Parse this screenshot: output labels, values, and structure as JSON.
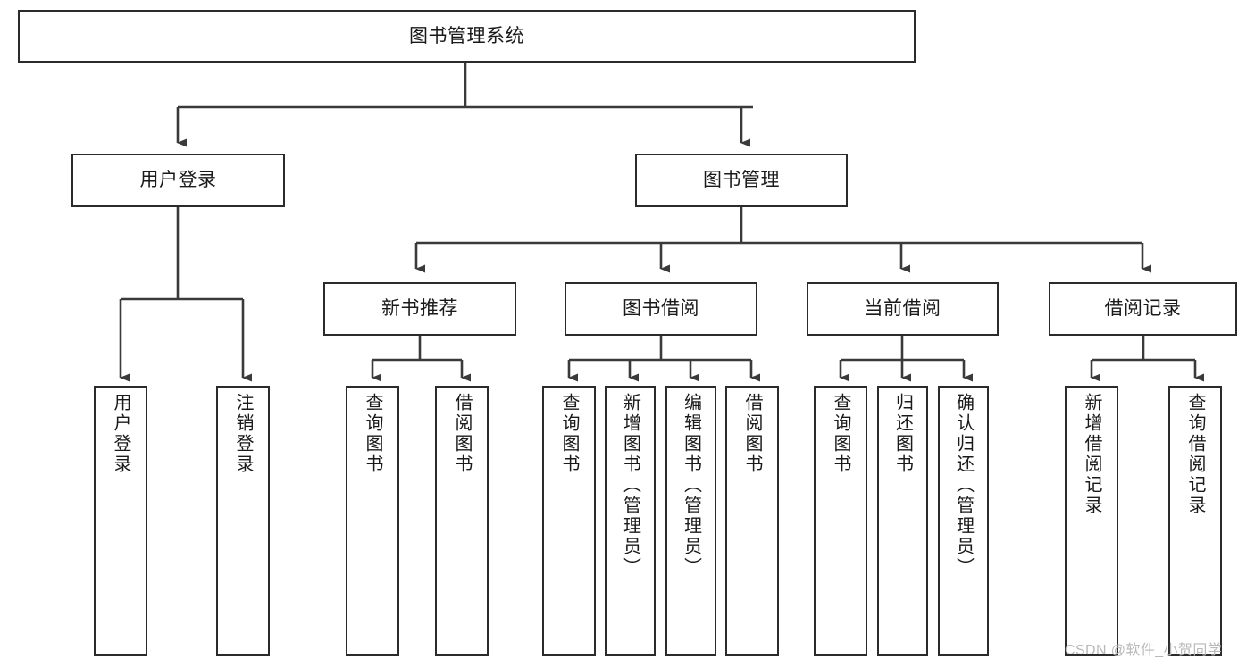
{
  "diagram": {
    "type": "tree-hierarchy-flowchart",
    "title": "图书管理系统",
    "colors": {
      "box_border": "#2b2b2b",
      "box_fill": "#ffffff",
      "connector": "#3a3a3a",
      "text": "#1a1a1a",
      "watermark": "#b9b9b9",
      "background": "#ffffff"
    },
    "levels": {
      "root": "图书管理系统",
      "level2": [
        "用户登录",
        "图书管理"
      ],
      "level3": [
        "新书推荐",
        "图书借阅",
        "当前借阅",
        "借阅记录"
      ]
    },
    "nodes": {
      "root": {
        "label": "图书管理系统",
        "orientation": "horizontal"
      },
      "user_login": {
        "label": "用户登录",
        "orientation": "horizontal"
      },
      "book_manage": {
        "label": "图书管理",
        "orientation": "horizontal"
      },
      "new_book_rec": {
        "label": "新书推荐",
        "orientation": "horizontal"
      },
      "book_borrow": {
        "label": "图书借阅",
        "orientation": "horizontal"
      },
      "current_borrow": {
        "label": "当前借阅",
        "orientation": "horizontal"
      },
      "borrow_record": {
        "label": "借阅记录",
        "orientation": "horizontal"
      },
      "leaf_user_login": {
        "label": "用户登录",
        "orientation": "vertical"
      },
      "leaf_logout": {
        "label": "注销登录",
        "orientation": "vertical"
      },
      "leaf_query_book_a": {
        "label": "查询图书",
        "orientation": "vertical"
      },
      "leaf_borrow_book_a": {
        "label": "借阅图书",
        "orientation": "vertical"
      },
      "leaf_query_book_b": {
        "label": "查询图书",
        "orientation": "vertical"
      },
      "leaf_add_book": {
        "label": "新增图书（管理员）",
        "orientation": "vertical"
      },
      "leaf_edit_book": {
        "label": "编辑图书（管理员）",
        "orientation": "vertical"
      },
      "leaf_borrow_book_b": {
        "label": "借阅图书",
        "orientation": "vertical"
      },
      "leaf_query_book_c": {
        "label": "查询图书",
        "orientation": "vertical"
      },
      "leaf_return_book": {
        "label": "归还图书",
        "orientation": "vertical"
      },
      "leaf_confirm_return": {
        "label": "确认归还（管理员）",
        "orientation": "vertical"
      },
      "leaf_add_record": {
        "label": "新增借阅记录",
        "orientation": "vertical"
      },
      "leaf_query_record": {
        "label": "查询借阅记录",
        "orientation": "vertical"
      }
    },
    "edges": [
      {
        "from": "图书管理系统",
        "to": "用户登录"
      },
      {
        "from": "图书管理系统",
        "to": "图书管理"
      },
      {
        "from": "用户登录",
        "to": "用户登录"
      },
      {
        "from": "用户登录",
        "to": "注销登录"
      },
      {
        "from": "图书管理",
        "to": "新书推荐"
      },
      {
        "from": "图书管理",
        "to": "图书借阅"
      },
      {
        "from": "图书管理",
        "to": "当前借阅"
      },
      {
        "from": "图书管理",
        "to": "借阅记录"
      },
      {
        "from": "新书推荐",
        "to": "查询图书"
      },
      {
        "from": "新书推荐",
        "to": "借阅图书"
      },
      {
        "from": "图书借阅",
        "to": "查询图书"
      },
      {
        "from": "图书借阅",
        "to": "新增图书（管理员）"
      },
      {
        "from": "图书借阅",
        "to": "编辑图书（管理员）"
      },
      {
        "from": "图书借阅",
        "to": "借阅图书"
      },
      {
        "from": "当前借阅",
        "to": "查询图书"
      },
      {
        "from": "当前借阅",
        "to": "归还图书"
      },
      {
        "from": "当前借阅",
        "to": "确认归还（管理员）"
      },
      {
        "from": "借阅记录",
        "to": "新增借阅记录"
      },
      {
        "from": "借阅记录",
        "to": "查询借阅记录"
      }
    ]
  },
  "watermark": {
    "text": "CSDN @软件_小贺同学"
  }
}
